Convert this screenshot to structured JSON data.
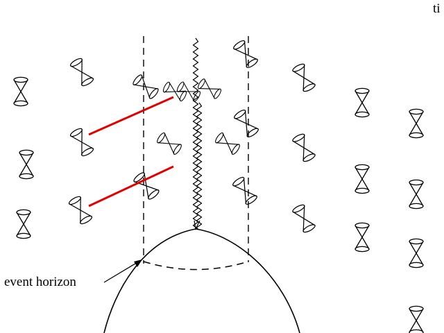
{
  "labels": {
    "event_horizon": "event horizon",
    "time_axis": "ti"
  },
  "colors": {
    "line": "#000000",
    "signal": "#e00000",
    "background": "#ffffff"
  },
  "elements": {
    "light_cones": "light-cone-icon",
    "singularity": "wavy-singularity-line",
    "horizon": "dashed-event-horizon",
    "collapsing_star": "star-surface-curve",
    "light_rays": "red-light-ray"
  }
}
